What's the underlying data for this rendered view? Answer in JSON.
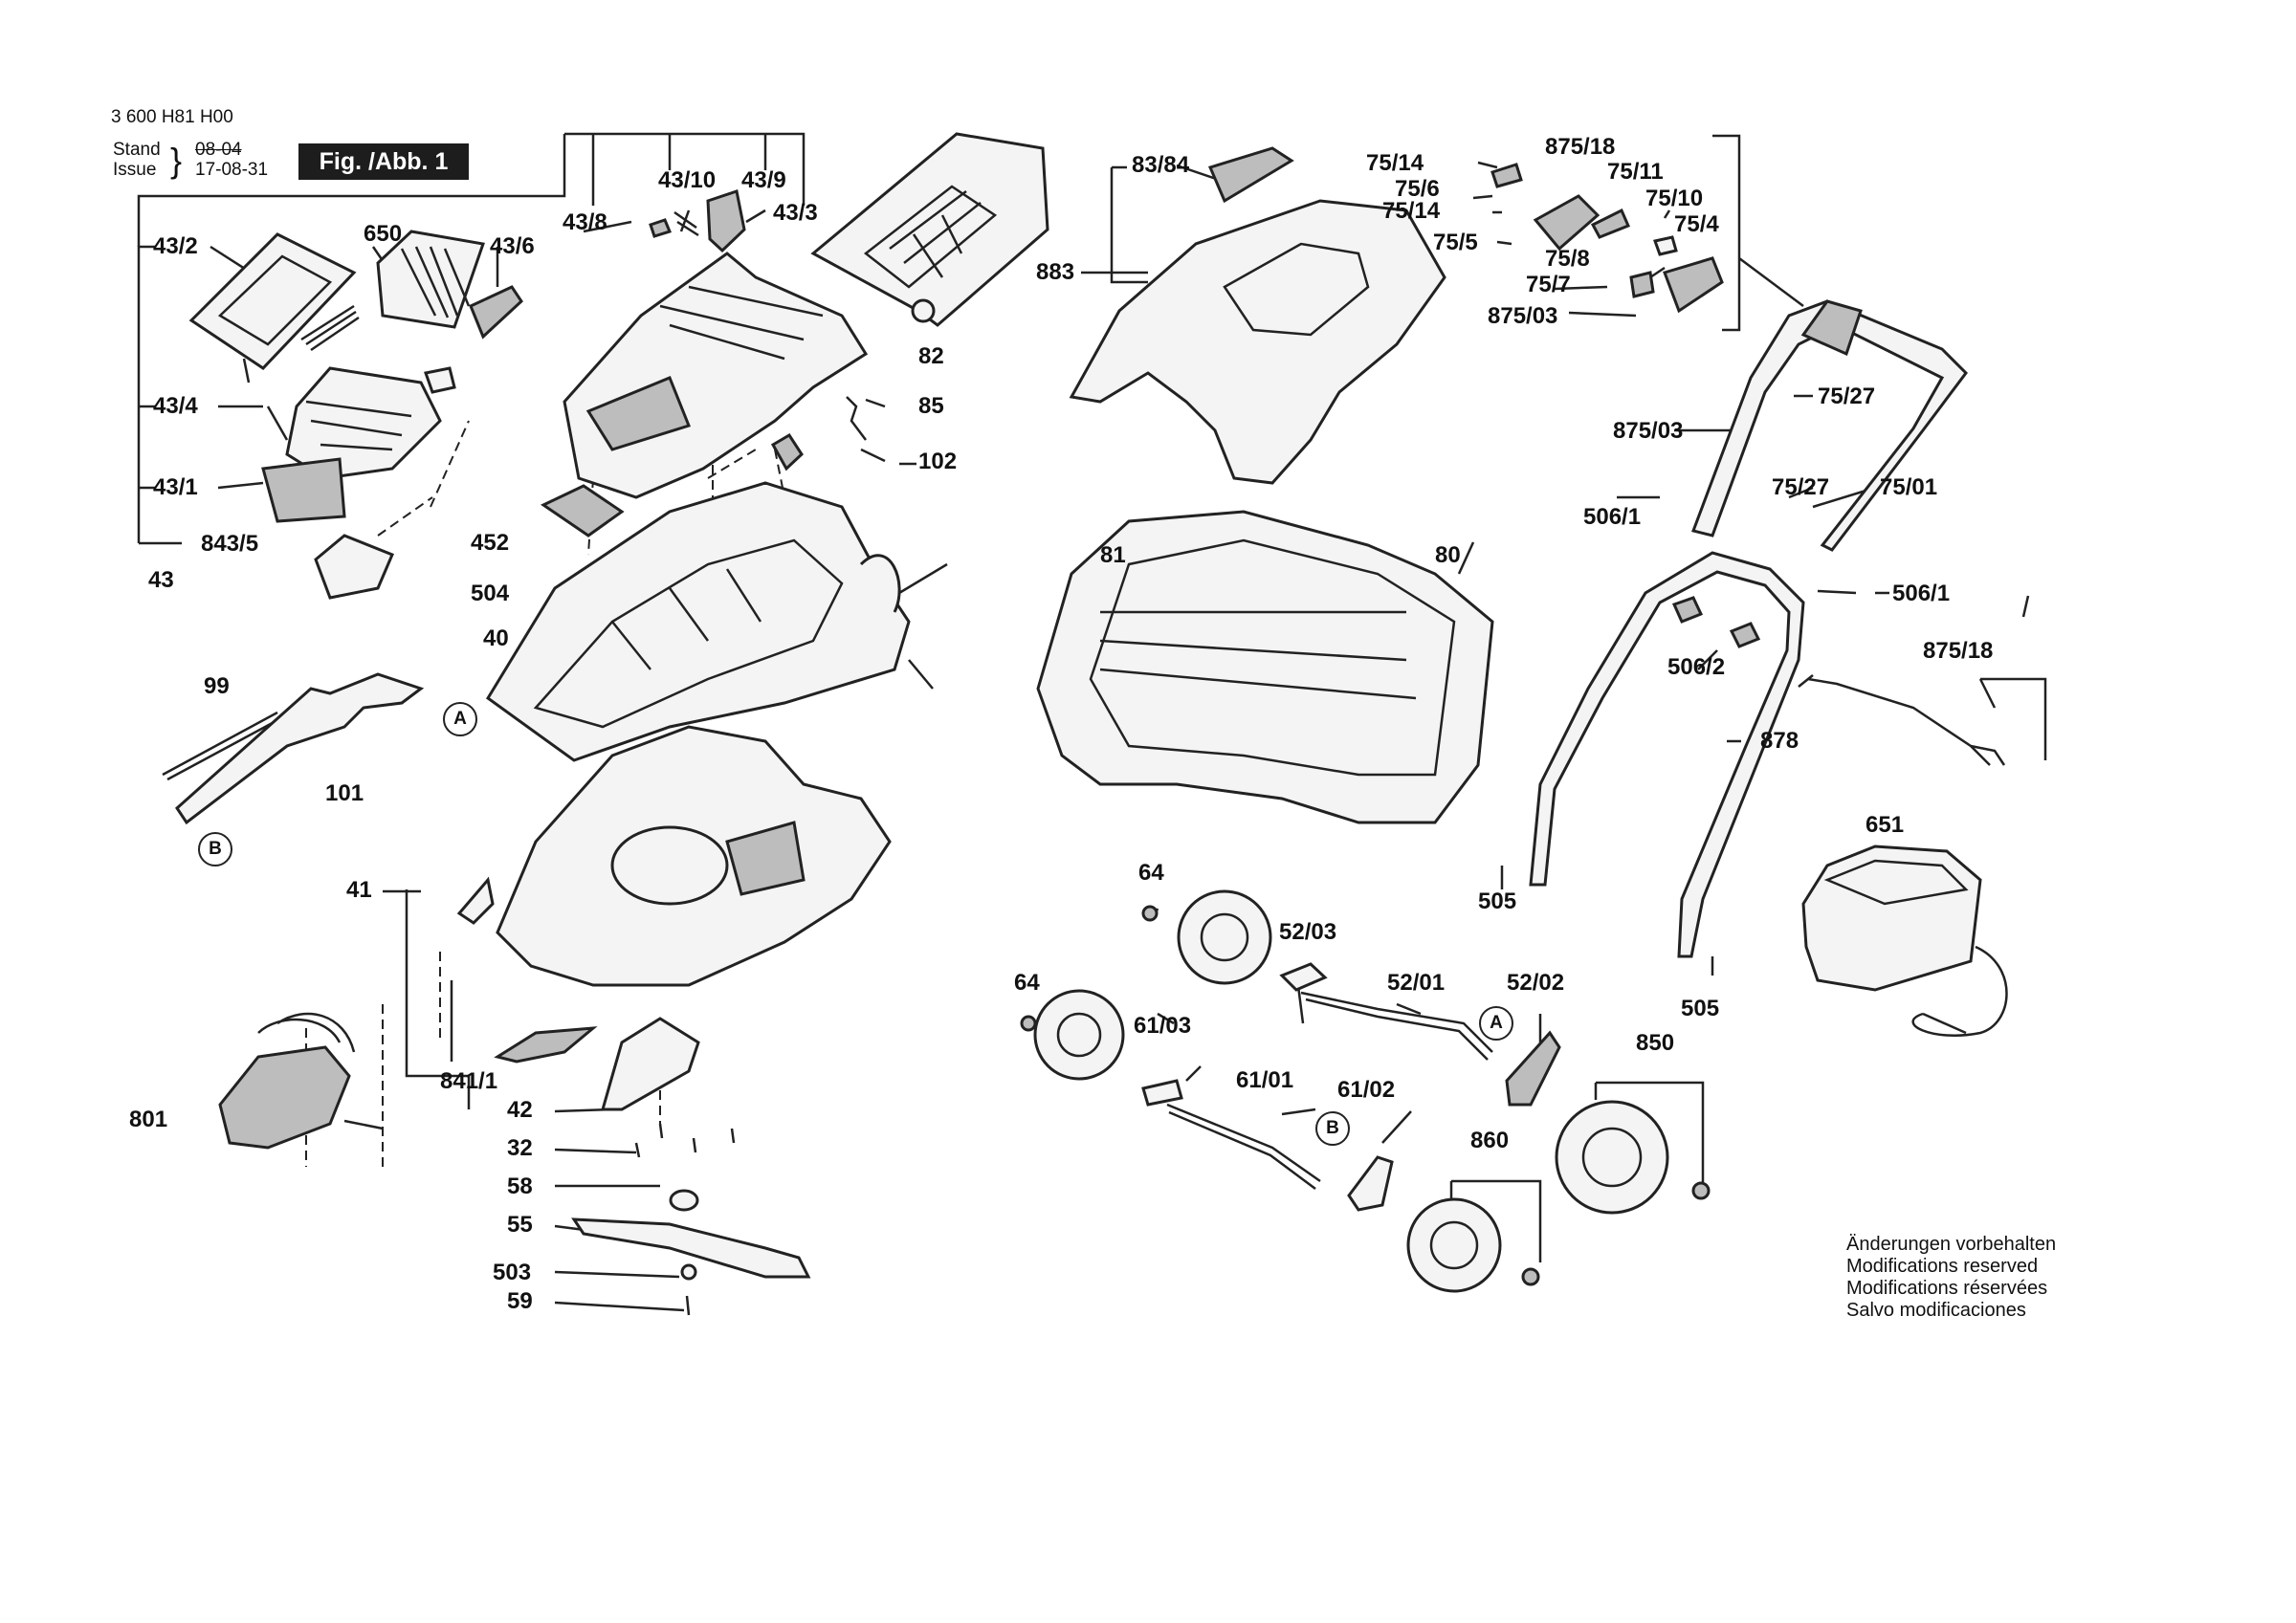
{
  "header": {
    "code": "3 600 H81 H00",
    "stand_label": "Stand",
    "stand_value": "08-04",
    "issue_label": "Issue",
    "issue_value": "17-08-31",
    "figure": "Fig. /Abb. 1"
  },
  "parts": [
    "43/2",
    "650",
    "43/6",
    "43/8",
    "43/10",
    "43/9",
    "43/3",
    "82",
    "85",
    "102",
    "43/4",
    "43/1",
    "843/5",
    "43",
    "452",
    "504",
    "40",
    "99",
    "101",
    "41",
    "801",
    "841/1",
    "42",
    "32",
    "58",
    "55",
    "503",
    "59",
    "83/84",
    "883",
    "81",
    "80",
    "64",
    "52/03",
    "52/01",
    "52/02",
    "61/03",
    "61/01",
    "61/02",
    "860",
    "850",
    "75/14",
    "75/6",
    "75/14",
    "75/5",
    "875/18",
    "75/11",
    "75/10",
    "75/4",
    "75/8",
    "75/7",
    "875/03",
    "75/27",
    "875/03",
    "75/27",
    "75/01",
    "506/1",
    "506/1",
    "506/2",
    "875/18",
    "878",
    "651",
    "505",
    "505",
    "64"
  ],
  "markers": {
    "a": "A",
    "b": "B"
  },
  "notice": [
    "Änderungen vorbehalten",
    "Modifications reserved",
    "Modifications réservées",
    "Salvo modificaciones"
  ]
}
